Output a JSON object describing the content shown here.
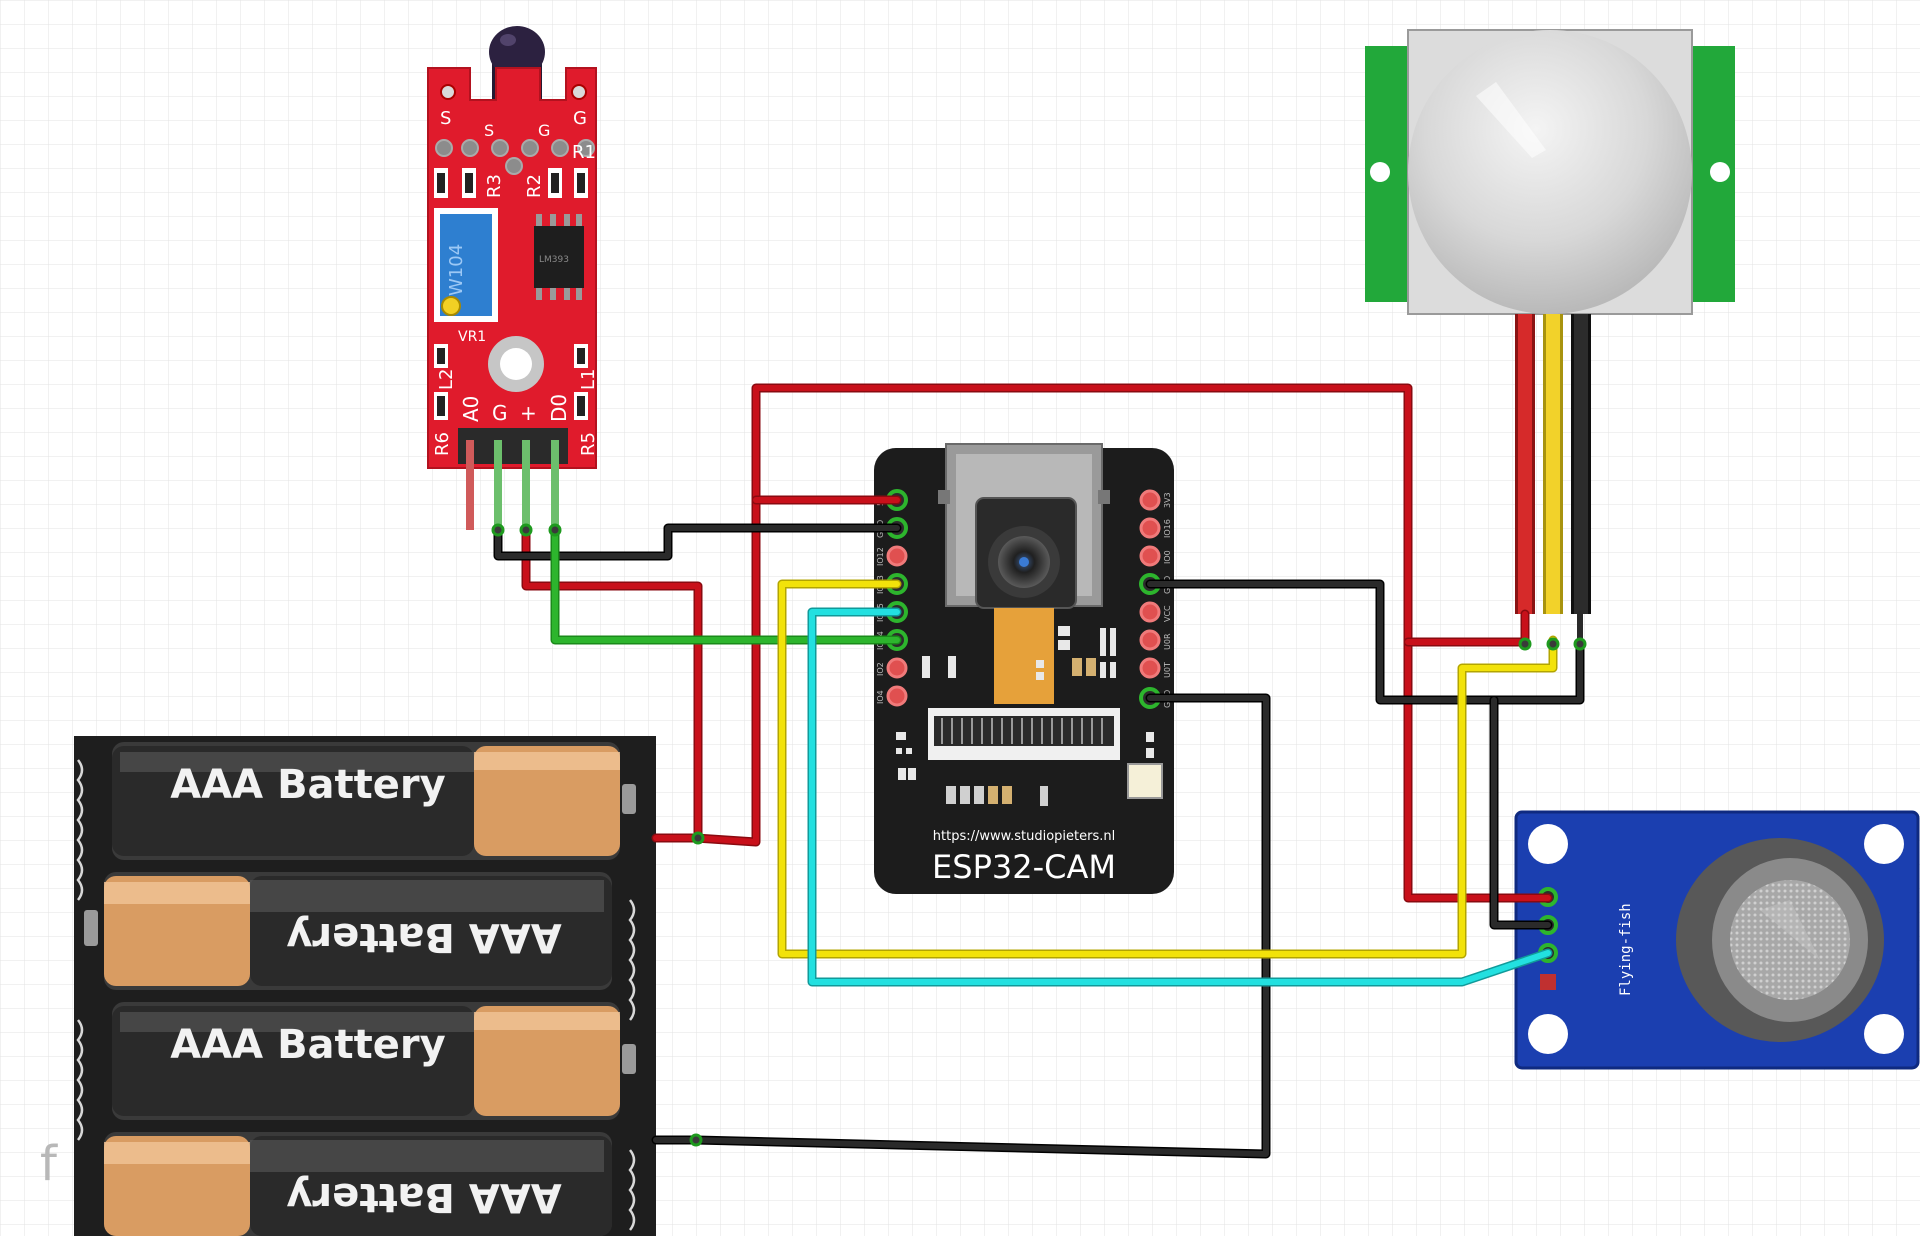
{
  "title": "",
  "flame_sensor": {
    "top_pins": [
      "S",
      "G"
    ],
    "top_labels": [
      "S",
      "G"
    ],
    "labels": [
      "R1",
      "R2",
      "R3",
      "VR1",
      "L1",
      "L2",
      "R5",
      "R6"
    ],
    "bottom_pins": [
      "A0",
      "G",
      "+",
      "D0"
    ],
    "pot_text": "W104",
    "chip_text": "LM393"
  },
  "esp32": {
    "url_text": "https://www.studiopieters.nl",
    "name": "ESP32-CAM",
    "left_pins": [
      "5V",
      "GND",
      "IO12",
      "IO13",
      "IO15",
      "IO14",
      "IO2",
      "IO4"
    ],
    "right_pins": [
      "3V3",
      "IO16",
      "IO0",
      "GND",
      "VCC",
      "U0R",
      "U0T",
      "GND"
    ]
  },
  "gas_sensor": {
    "brand": "Flying-fish"
  },
  "batteries": [
    {
      "label": "AAA Battery",
      "flipped": false
    },
    {
      "label": "AAA Battery",
      "flipped": true
    },
    {
      "label": "AAA Battery",
      "flipped": false
    },
    {
      "label": "AAA Battery",
      "flipped": true
    }
  ],
  "watermark": "f",
  "wire_colors": {
    "red": "#c8101a",
    "black": "#1a1a1a",
    "green": "#2db52d",
    "yellow": "#f2e20a",
    "cyan": "#22e0e0"
  },
  "board_colors": {
    "flame_pcb": "#e01b2c",
    "esp_pcb": "#1c1c1c",
    "pir_pcb": "#22a83a",
    "gas_pcb": "#1b3fb0"
  }
}
